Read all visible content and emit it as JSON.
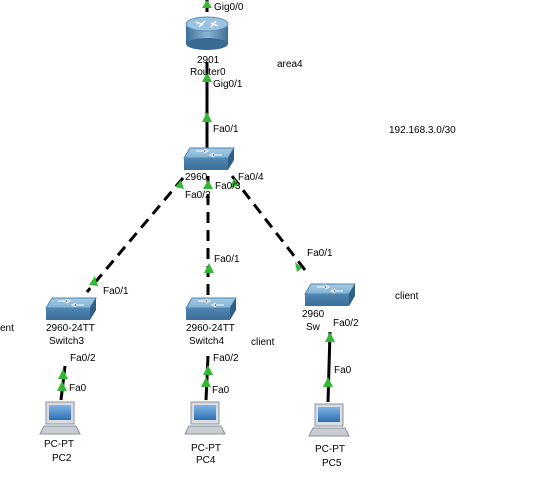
{
  "texts": {
    "gig00": "Gig0/0",
    "router_model": "2901",
    "router_name": "Router0",
    "gig01": "Gig0/1",
    "area": "area4",
    "network": "192.168.3.0/30",
    "sw0_fa01": "Fa0/1",
    "sw0_model": "2960",
    "sw0_fa04": "Fa0/4",
    "sw0_fa03": "Fa0/3",
    "sw0_fa02": "Fa0/2",
    "client_left": "ent",
    "client_mid": "client",
    "client_right": "client",
    "sw3_fa01": "Fa0/1",
    "sw3_model": "2960-24TT",
    "sw3_name": "Switch3",
    "sw3_fa02": "Fa0/2",
    "pc2_fa0": "Fa0",
    "pc2_model": "PC-PT",
    "pc2_name": "PC2",
    "sw4_fa01": "Fa0/1",
    "sw4_model": "2960-24TT",
    "sw4_name": "Switch4",
    "sw4_fa02": "Fa0/2",
    "pc4_fa0": "Fa0",
    "pc4_model": "PC-PT",
    "pc4_name": "PC4",
    "sw5_fa01": "Fa0/1",
    "sw5_model": "2960",
    "sw5_name": "Sw",
    "sw5_fa02": "Fa0/2",
    "pc5_fa0": "Fa0",
    "pc5_model": "PC-PT",
    "pc5_name": "PC5"
  },
  "colors": {
    "link": "#000000",
    "link_up_arrow": "#33b833",
    "router_body": "#5b8fb8",
    "switch_body": "#6f9fc3",
    "pc_screen": "#3c7fc4"
  }
}
